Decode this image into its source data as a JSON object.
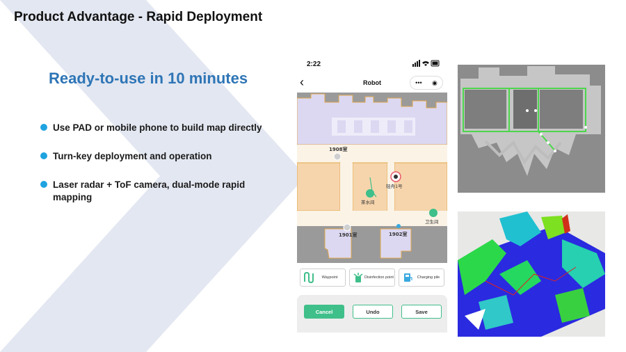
{
  "slide": {
    "title": "Product Advantage - Rapid Deployment",
    "subtitle": "Ready-to-use in 10 minutes",
    "bullets": [
      "Use PAD or mobile phone to build map directly",
      "Turn-key deployment and operation",
      "Laser radar + ToF camera, dual-mode rapid mapping"
    ]
  },
  "phone": {
    "time": "2:22",
    "signal_icons": "signal-wifi-battery-icons",
    "nav_title": "Robot",
    "capsule_more": "•••",
    "capsule_close": "◉",
    "map_labels": {
      "room_1908": "1908室",
      "room_1901": "1901室",
      "room_1902": "1902室",
      "tea_room": "茶水间",
      "restroom": "卫生间",
      "robot": "轻舟1号"
    },
    "tools": [
      {
        "label": "Waypoint",
        "icon": "waypoint-icon"
      },
      {
        "label": "Disinfection point",
        "icon": "disinfection-icon"
      },
      {
        "label": "Charging pile",
        "icon": "charging-pile-icon"
      }
    ],
    "buttons": {
      "cancel": "Cancel",
      "undo": "Undo",
      "save": "Save"
    }
  },
  "colors": {
    "accent_blue": "#2e75b6",
    "bullet_dot": "#1fa3e0",
    "app_green": "#3fbf8a",
    "chevron": "#e3e7f1"
  }
}
